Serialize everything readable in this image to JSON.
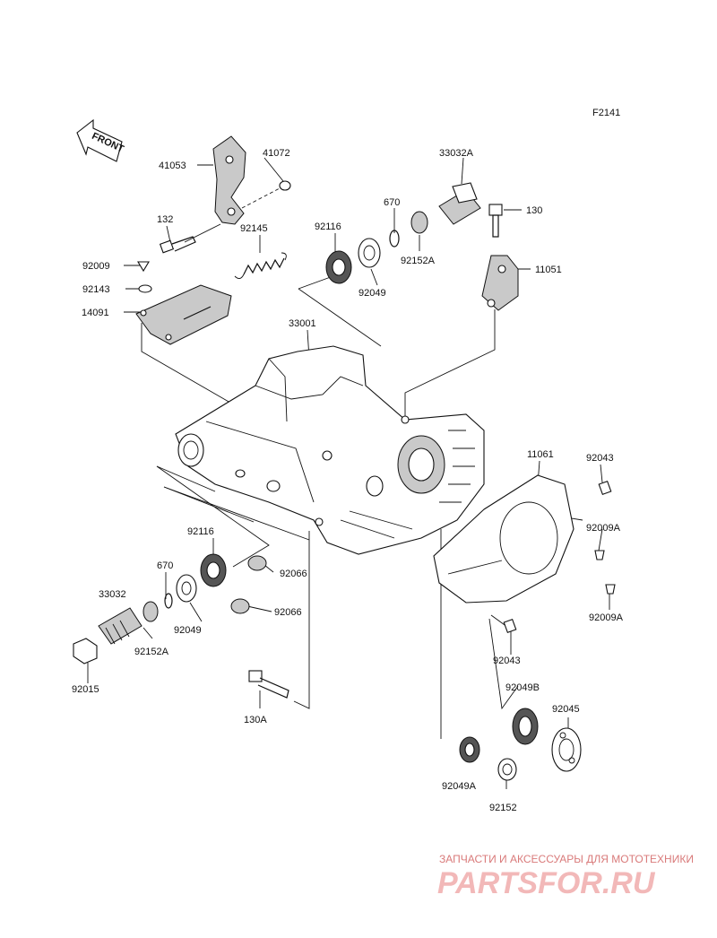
{
  "figure_code": "F2141",
  "front_arrow_label": "FRONT",
  "watermark": {
    "tagline": "ЗАПЧАСТИ И АКСЕССУАРЫ ДЛЯ МОТОТЕХНИКИ",
    "brand": "PARTSFOR.RU"
  },
  "labels": [
    "41053",
    "41072",
    "132",
    "92145",
    "92009",
    "92143",
    "14091",
    "33032A",
    "670",
    "130",
    "92116",
    "92049",
    "92152A",
    "11051",
    "33001",
    "11061",
    "92043",
    "92009A",
    "92009A",
    "92043",
    "92116",
    "670",
    "33032",
    "92049",
    "92152A",
    "92015",
    "92066",
    "92066",
    "130A",
    "92049B",
    "92045",
    "92049A",
    "92152"
  ]
}
